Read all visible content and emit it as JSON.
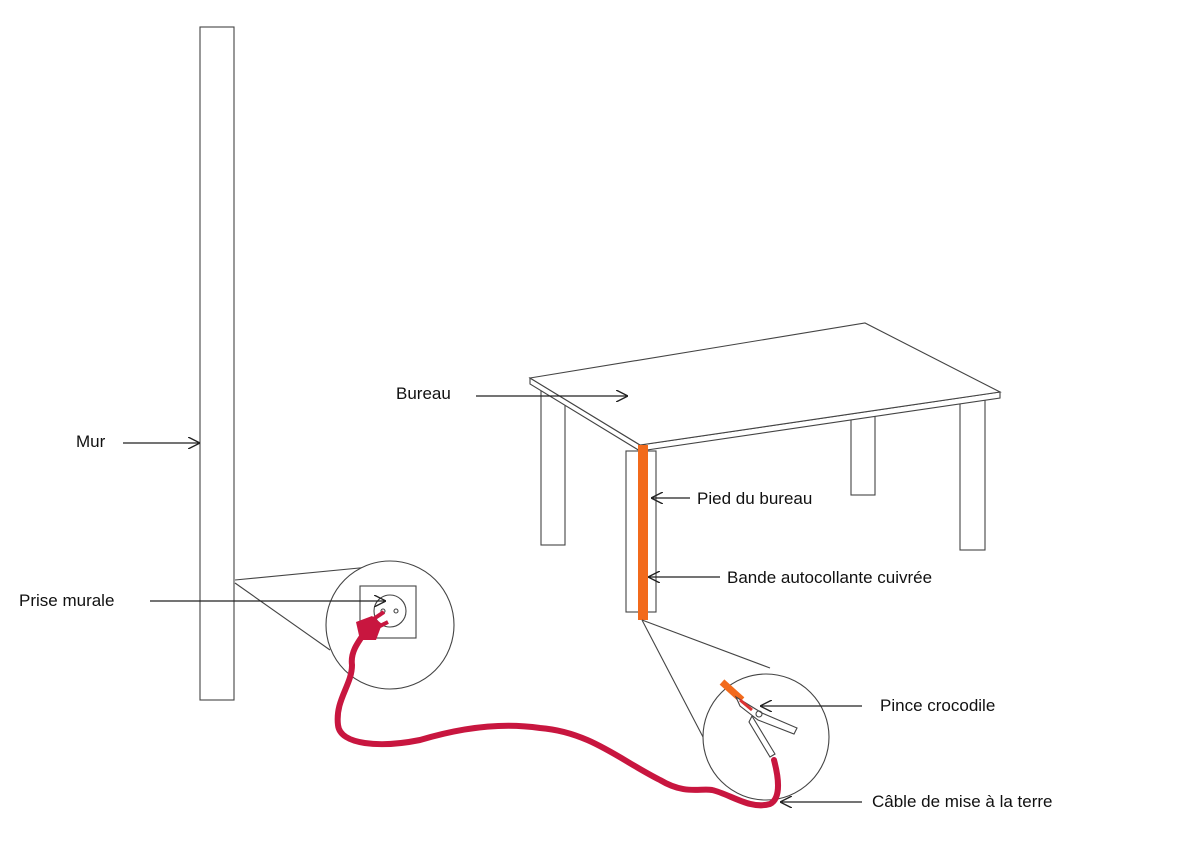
{
  "labels": {
    "wall": "Mur",
    "desk": "Bureau",
    "desk_leg": "Pied du bureau",
    "copper_tape": "Bande autocollante cuivrée",
    "wall_socket": "Prise murale",
    "crocodile_clip": "Pince crocodile",
    "ground_cable": "Câble de mise à la terre"
  },
  "colors": {
    "copper_tape": "#f26a1b",
    "cable": "#c8163f",
    "line": "#333333"
  }
}
